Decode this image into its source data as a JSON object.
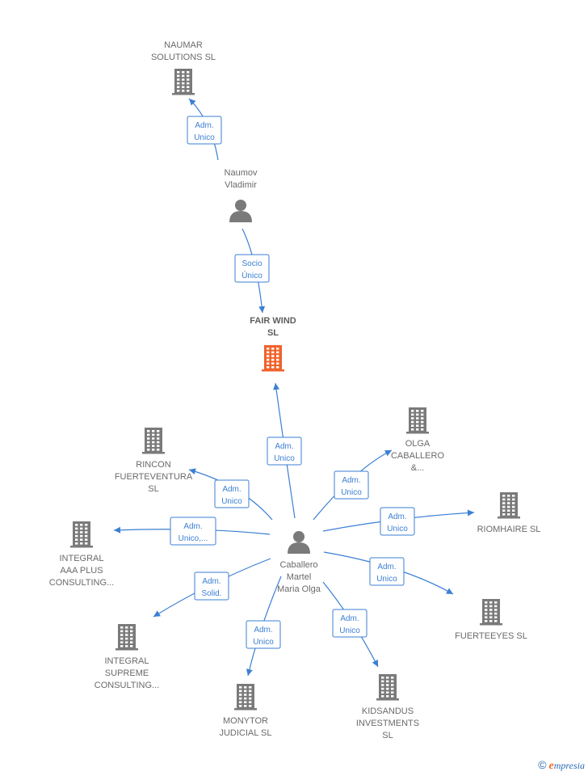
{
  "colors": {
    "edge": "#3b7fd4",
    "company": "#7a7a7a",
    "company_focus": "#f0622a",
    "person": "#7a7a7a",
    "label_text": "#6a6a6a"
  },
  "nodes": [
    {
      "id": "naumar",
      "kind": "company",
      "icon": "building-icon",
      "lines": [
        "NAUMAR",
        "SOLUTIONS  SL"
      ]
    },
    {
      "id": "naumov",
      "kind": "person",
      "icon": "person-icon",
      "lines": [
        "Naumov",
        "Vladimir"
      ]
    },
    {
      "id": "fairwind",
      "kind": "company",
      "focus": true,
      "icon": "building-icon",
      "lines": [
        "FAIR WIND",
        "SL"
      ]
    },
    {
      "id": "caballero",
      "kind": "person",
      "icon": "person-icon",
      "lines": [
        "Caballero",
        "Martel",
        "Maria Olga"
      ]
    },
    {
      "id": "rincon",
      "kind": "company",
      "icon": "building-icon",
      "lines": [
        "RINCON",
        "FUERTEVENTURA",
        "SL"
      ]
    },
    {
      "id": "olga",
      "kind": "company",
      "icon": "building-icon",
      "lines": [
        "OLGA",
        "CABALLERO",
        "&..."
      ]
    },
    {
      "id": "riomhaire",
      "kind": "company",
      "icon": "building-icon",
      "lines": [
        "RIOMHAIRE  SL"
      ]
    },
    {
      "id": "integral_aaa",
      "kind": "company",
      "icon": "building-icon",
      "lines": [
        "INTEGRAL",
        "AAA PLUS",
        "CONSULTING..."
      ]
    },
    {
      "id": "fuerteeyes",
      "kind": "company",
      "icon": "building-icon",
      "lines": [
        "FUERTEEYES SL"
      ]
    },
    {
      "id": "integral_supreme",
      "kind": "company",
      "icon": "building-icon",
      "lines": [
        "INTEGRAL",
        "SUPREME",
        "CONSULTING..."
      ]
    },
    {
      "id": "monytor",
      "kind": "company",
      "icon": "building-icon",
      "lines": [
        "MONYTOR",
        "JUDICIAL  SL"
      ]
    },
    {
      "id": "kidsandus",
      "kind": "company",
      "icon": "building-icon",
      "lines": [
        "KIDSANDUS",
        "INVESTMENTS",
        "SL"
      ]
    }
  ],
  "edges": [
    {
      "from": "naumov",
      "to": "naumar",
      "label": [
        "Adm.",
        "Unico"
      ]
    },
    {
      "from": "naumov",
      "to": "fairwind",
      "label": [
        "Socio",
        "Único"
      ]
    },
    {
      "from": "caballero",
      "to": "fairwind",
      "label": [
        "Adm.",
        "Unico"
      ]
    },
    {
      "from": "caballero",
      "to": "rincon",
      "label": [
        "Adm.",
        "Unico"
      ]
    },
    {
      "from": "caballero",
      "to": "olga",
      "label": [
        "Adm.",
        "Unico"
      ]
    },
    {
      "from": "caballero",
      "to": "integral_aaa",
      "label": [
        "Adm.",
        "Unico,..."
      ]
    },
    {
      "from": "caballero",
      "to": "riomhaire",
      "label": [
        "Adm.",
        "Unico"
      ]
    },
    {
      "from": "caballero",
      "to": "fuerteeyes",
      "label": [
        "Adm.",
        "Unico"
      ]
    },
    {
      "from": "caballero",
      "to": "integral_supreme",
      "label": [
        "Adm.",
        "Solid."
      ]
    },
    {
      "from": "caballero",
      "to": "monytor",
      "label": [
        "Adm.",
        "Unico"
      ]
    },
    {
      "from": "caballero",
      "to": "kidsandus",
      "label": [
        "Adm.",
        "Unico"
      ]
    }
  ],
  "footer": {
    "copyright_symbol": "©",
    "brand_first": "e",
    "brand_rest": "mpresia"
  }
}
